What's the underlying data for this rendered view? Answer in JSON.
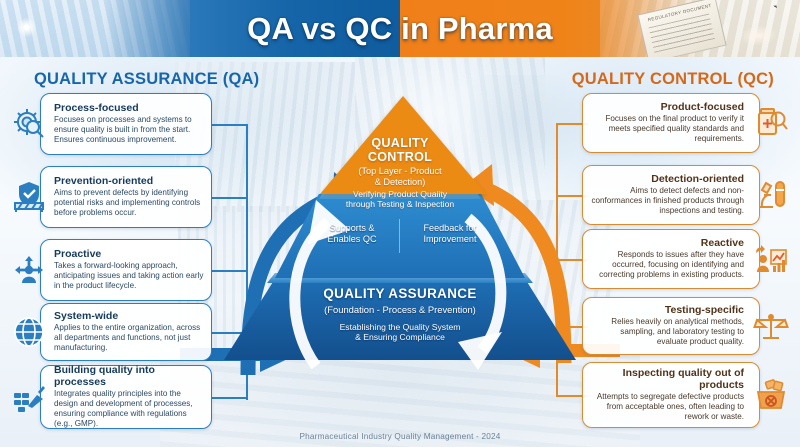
{
  "header": {
    "title": "QA vs QC in Pharma",
    "doc_label": "REGULATORY DOCUMENT"
  },
  "sections": {
    "qa_heading": "QUALITY ASSURANCE (QA)",
    "qc_heading": "QUALITY CONTROL (QC)",
    "qa_color": "#1766ab",
    "qc_color": "#d4691b"
  },
  "qa_cards": [
    {
      "icon": "gear-magnifier-icon",
      "title": "Process-focused",
      "desc": "Focuses on processes and systems to ensure quality is built in from the start. Ensures continuous improvement."
    },
    {
      "icon": "shield-barrier-icon",
      "title": "Prevention-oriented",
      "desc": "Aims to prevent defects by identifying potential risks and implementing controls before problems occur."
    },
    {
      "icon": "person-arrows-icon",
      "title": "Proactive",
      "desc": "Takes a forward-looking approach, anticipating issues and taking action early in the product lifecycle."
    },
    {
      "icon": "globe-icon",
      "title": "System-wide",
      "desc": "Applies to the entire organization, across all departments and functions, not just manufacturing."
    },
    {
      "icon": "brick-trowel-icon",
      "title": "Building quality into processes",
      "desc": "Integrates quality principles into the design and development of processes, ensuring compliance with regulations (e.g., GMP)."
    }
  ],
  "qc_cards": [
    {
      "icon": "pill-bottle-magnifier-icon",
      "title": "Product-focused",
      "desc": "Focuses on the final product to verify it meets specified quality standards and requirements."
    },
    {
      "icon": "microscope-testtube-icon",
      "title": "Detection-oriented",
      "desc": "Aims to detect defects and non-conformances in finished products through inspections and testing."
    },
    {
      "icon": "person-chart-icon",
      "title": "Reactive",
      "desc": "Responds to issues after they have occurred, focusing on identifying and correcting problems in existing products."
    },
    {
      "icon": "balance-scale-icon",
      "title": "Testing-specific",
      "desc": "Relies heavily on analytical methods, sampling, and laboratory testing to evaluate product quality."
    },
    {
      "icon": "reject-bin-icon",
      "title": "Inspecting quality out of products",
      "desc": "Attempts to segregate defective products from acceptable ones, often leading to rework or waste."
    }
  ],
  "pyramid": {
    "top_title": "QUALITY\nCONTROL",
    "top_title_line1": "QUALITY",
    "top_title_line2": "CONTROL",
    "top_subtitle_line1": "(Top Layer - Product",
    "top_subtitle_line2": "& Detection)",
    "top_caption_line1": "Verifying Product Quality",
    "top_caption_line2": "through Testing & Inspection",
    "mid_left_line1": "Supports &",
    "mid_left_line2": "Enables QC",
    "mid_right_line1": "Feedback for",
    "mid_right_line2": "Improvement",
    "base_title": "QUALITY ASSURANCE",
    "base_subtitle": "(Foundation - Process & Prevention)",
    "base_caption_line1": "Establishing the Quality System",
    "base_caption_line2": "& Ensuring Compliance",
    "top_color": "#ec8b14",
    "mid_color": "#2e8cd0",
    "base_color": "#1f6fb5"
  },
  "footer": {
    "text": "Pharmaceutical Industry Quality Management - 2024"
  }
}
